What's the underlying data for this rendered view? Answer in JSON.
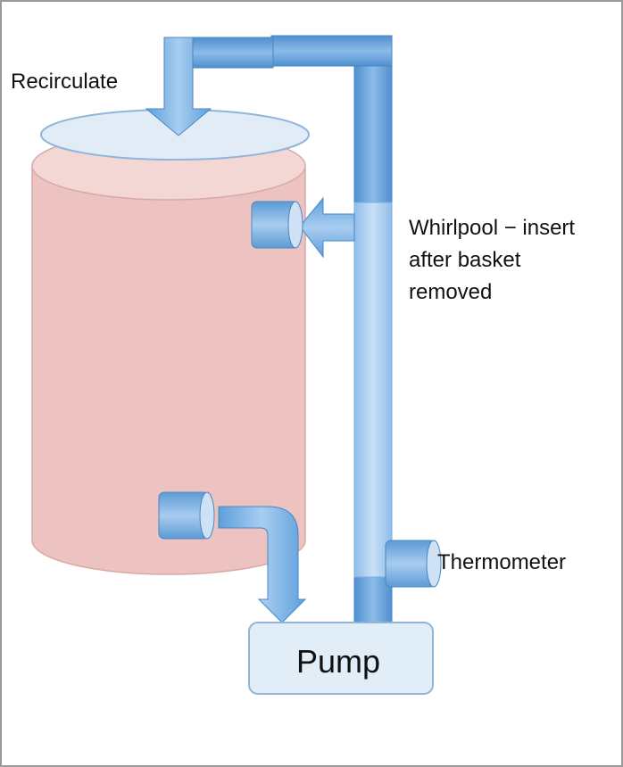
{
  "diagram": {
    "labels": {
      "recirculate": "Recirculate",
      "whirlpool_lines": [
        "Whirlpool − insert",
        "after basket",
        "removed"
      ],
      "thermometer": "Thermometer",
      "pump": "Pump"
    },
    "colors": {
      "vessel_fill": "#ecc3c0",
      "vessel_top": "#f3d7d5",
      "lid_fill": "#e1ecf7",
      "pipe_fill": "#5b9bd5",
      "pipe_light": "#a9ccef",
      "pump_fill": "#e1eef7",
      "outline": "#8fb5db"
    }
  }
}
